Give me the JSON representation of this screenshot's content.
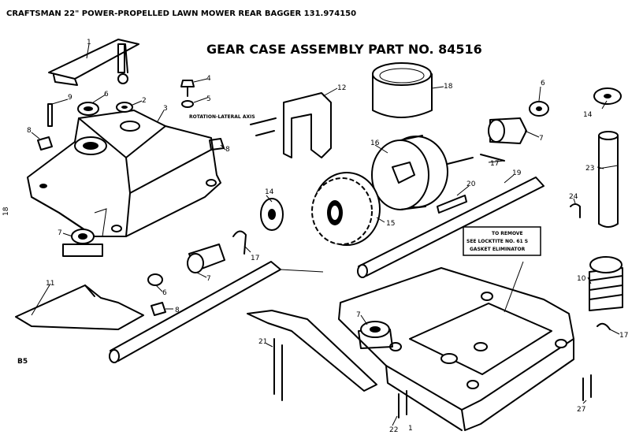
{
  "header": {
    "top_title": "CRAFTSMAN 22\" POWER-PROPELLED LAWN MOWER REAR BAGGER 131.974150",
    "assembly_title": "GEAR CASE ASSEMBLY PART NO. 84516"
  },
  "side_labels": {
    "page_number": "18",
    "code": "B5"
  },
  "callouts": [
    {
      "key": "c1a",
      "text": "1"
    },
    {
      "key": "c4",
      "text": "4"
    },
    {
      "key": "c5",
      "text": "5"
    },
    {
      "key": "c9a",
      "text": "9"
    },
    {
      "key": "c6a",
      "text": "6"
    },
    {
      "key": "c2a",
      "text": "2"
    },
    {
      "key": "c3",
      "text": "3"
    },
    {
      "key": "c8a",
      "text": "8"
    },
    {
      "key": "c8b",
      "text": "8"
    },
    {
      "key": "c7a",
      "text": "7"
    },
    {
      "key": "c12",
      "text": "12"
    },
    {
      "key": "c18",
      "text": "18"
    },
    {
      "key": "c6b",
      "text": "6"
    },
    {
      "key": "c7b",
      "text": "7"
    },
    {
      "key": "c14a",
      "text": "14"
    },
    {
      "key": "c16",
      "text": "16"
    },
    {
      "key": "c17a",
      "text": "17"
    },
    {
      "key": "c20",
      "text": "20"
    },
    {
      "key": "c19",
      "text": "19"
    },
    {
      "key": "c23",
      "text": "23"
    },
    {
      "key": "c24",
      "text": "24"
    },
    {
      "key": "c14b",
      "text": "14"
    },
    {
      "key": "c15",
      "text": "15"
    },
    {
      "key": "c17b",
      "text": "17"
    },
    {
      "key": "c6c",
      "text": "6"
    },
    {
      "key": "c7c",
      "text": "7"
    },
    {
      "key": "c11",
      "text": "11"
    },
    {
      "key": "c8c",
      "text": "8"
    },
    {
      "key": "c10",
      "text": "10"
    },
    {
      "key": "c17c",
      "text": "17"
    },
    {
      "key": "c7d",
      "text": "7"
    },
    {
      "key": "c21",
      "text": "21"
    },
    {
      "key": "c22",
      "text": "22"
    },
    {
      "key": "c27",
      "text": "27"
    },
    {
      "key": "c1b",
      "text": "1"
    }
  ],
  "notes": {
    "small_tag": "ROTATION-LATERAL AXIS",
    "box_lines": [
      "TO REMOVE",
      "SEE LOCKTITE NO. 61 S",
      "GASKET ELIMINATOR"
    ]
  }
}
